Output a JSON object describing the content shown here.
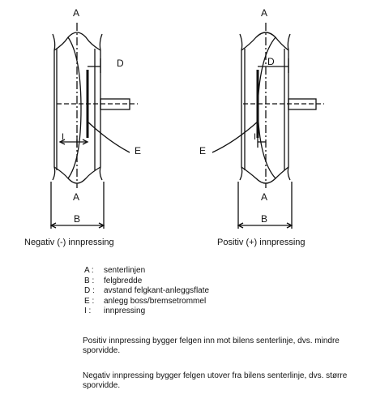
{
  "diagram": {
    "labels": {
      "A": "A",
      "B": "B",
      "D": "D",
      "E": "E",
      "I": "I"
    },
    "captions": {
      "negative": "Negativ (-) innpressing",
      "positive": "Positiv (+) innpressing"
    },
    "legend": [
      {
        "key": "A :",
        "text": "senterlinjen"
      },
      {
        "key": "B :",
        "text": "felgbredde"
      },
      {
        "key": "D :",
        "text": "avstand felgkant-anleggsflate"
      },
      {
        "key": "E :",
        "text": "anlegg boss/bremsetrommel"
      },
      {
        "key": "I :",
        "text": "innpressing"
      }
    ],
    "notes": {
      "positive": "Positiv innpressing bygger felgen inn mot bilens senterlinje, dvs. mindre sporvidde.",
      "negative": "Negativ innpressing bygger felgen utover fra bilens senterlinje, dvs. større sporvidde."
    }
  }
}
